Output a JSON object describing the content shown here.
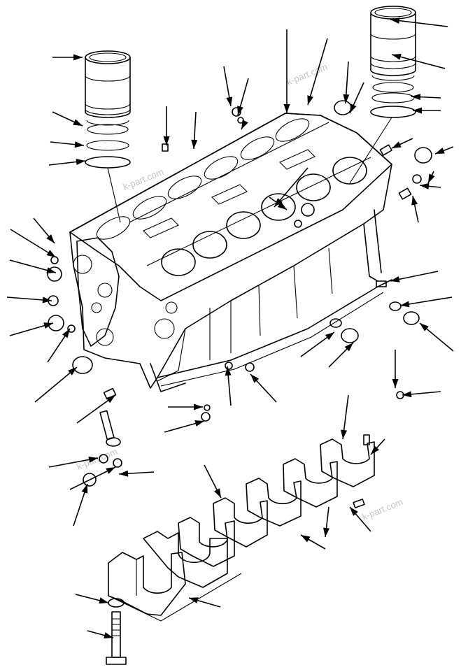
{
  "watermarks": [
    "k-part.com",
    "k-part.com",
    "k-part.com",
    "k-part.com"
  ],
  "colors": {
    "line": "#000000",
    "background": "#ffffff",
    "watermark": "#c4c4c4"
  },
  "leaders": [
    [
      118,
      82,
      75,
      82
    ],
    [
      118,
      180,
      75,
      160
    ],
    [
      120,
      208,
      72,
      203
    ],
    [
      122,
      230,
      70,
      236
    ],
    [
      330,
      152,
      320,
      95
    ],
    [
      340,
      165,
      355,
      112
    ],
    [
      345,
      185,
      350,
      175
    ],
    [
      410,
      162,
      410,
      42
    ],
    [
      440,
      150,
      468,
      55
    ],
    [
      494,
      148,
      498,
      88
    ],
    [
      500,
      162,
      520,
      118
    ],
    [
      238,
      208,
      238,
      152
    ],
    [
      277,
      213,
      280,
      160
    ],
    [
      392,
      296,
      440,
      240
    ],
    [
      410,
      300,
      385,
      282
    ],
    [
      558,
      28,
      640,
      38
    ],
    [
      560,
      78,
      636,
      98
    ],
    [
      588,
      138,
      630,
      140
    ],
    [
      590,
      158,
      630,
      158
    ],
    [
      560,
      212,
      590,
      198
    ],
    [
      622,
      220,
      648,
      210
    ],
    [
      612,
      262,
      620,
      245
    ],
    [
      590,
      280,
      598,
      318
    ],
    [
      78,
      348,
      48,
      312
    ],
    [
      80,
      368,
      15,
      328
    ],
    [
      80,
      390,
      14,
      372
    ],
    [
      74,
      430,
      10,
      425
    ],
    [
      76,
      462,
      14,
      480
    ],
    [
      100,
      470,
      68,
      518
    ],
    [
      110,
      525,
      50,
      575
    ],
    [
      530,
      650,
      550,
      628
    ],
    [
      600,
      265,
      630,
      268
    ],
    [
      558,
      402,
      626,
      388
    ],
    [
      572,
      437,
      646,
      425
    ],
    [
      600,
      462,
      648,
      502
    ],
    [
      478,
      475,
      430,
      510
    ],
    [
      505,
      490,
      470,
      525
    ],
    [
      358,
      535,
      395,
      575
    ],
    [
      325,
      524,
      330,
      580
    ],
    [
      490,
      628,
      498,
      565
    ],
    [
      565,
      555,
      565,
      500
    ],
    [
      575,
      565,
      630,
      560
    ],
    [
      290,
      582,
      240,
      582
    ],
    [
      292,
      602,
      235,
      618
    ],
    [
      165,
      565,
      110,
      605
    ],
    [
      140,
      655,
      70,
      668
    ],
    [
      165,
      668,
      100,
      700
    ],
    [
      125,
      692,
      105,
      752
    ],
    [
      170,
      678,
      220,
      675
    ],
    [
      316,
      712,
      292,
      665
    ],
    [
      465,
      768,
      470,
      725
    ],
    [
      430,
      765,
      465,
      785
    ],
    [
      270,
      855,
      315,
      868
    ],
    [
      500,
      725,
      530,
      760
    ],
    [
      155,
      862,
      108,
      850
    ],
    [
      162,
      912,
      125,
      902
    ]
  ]
}
